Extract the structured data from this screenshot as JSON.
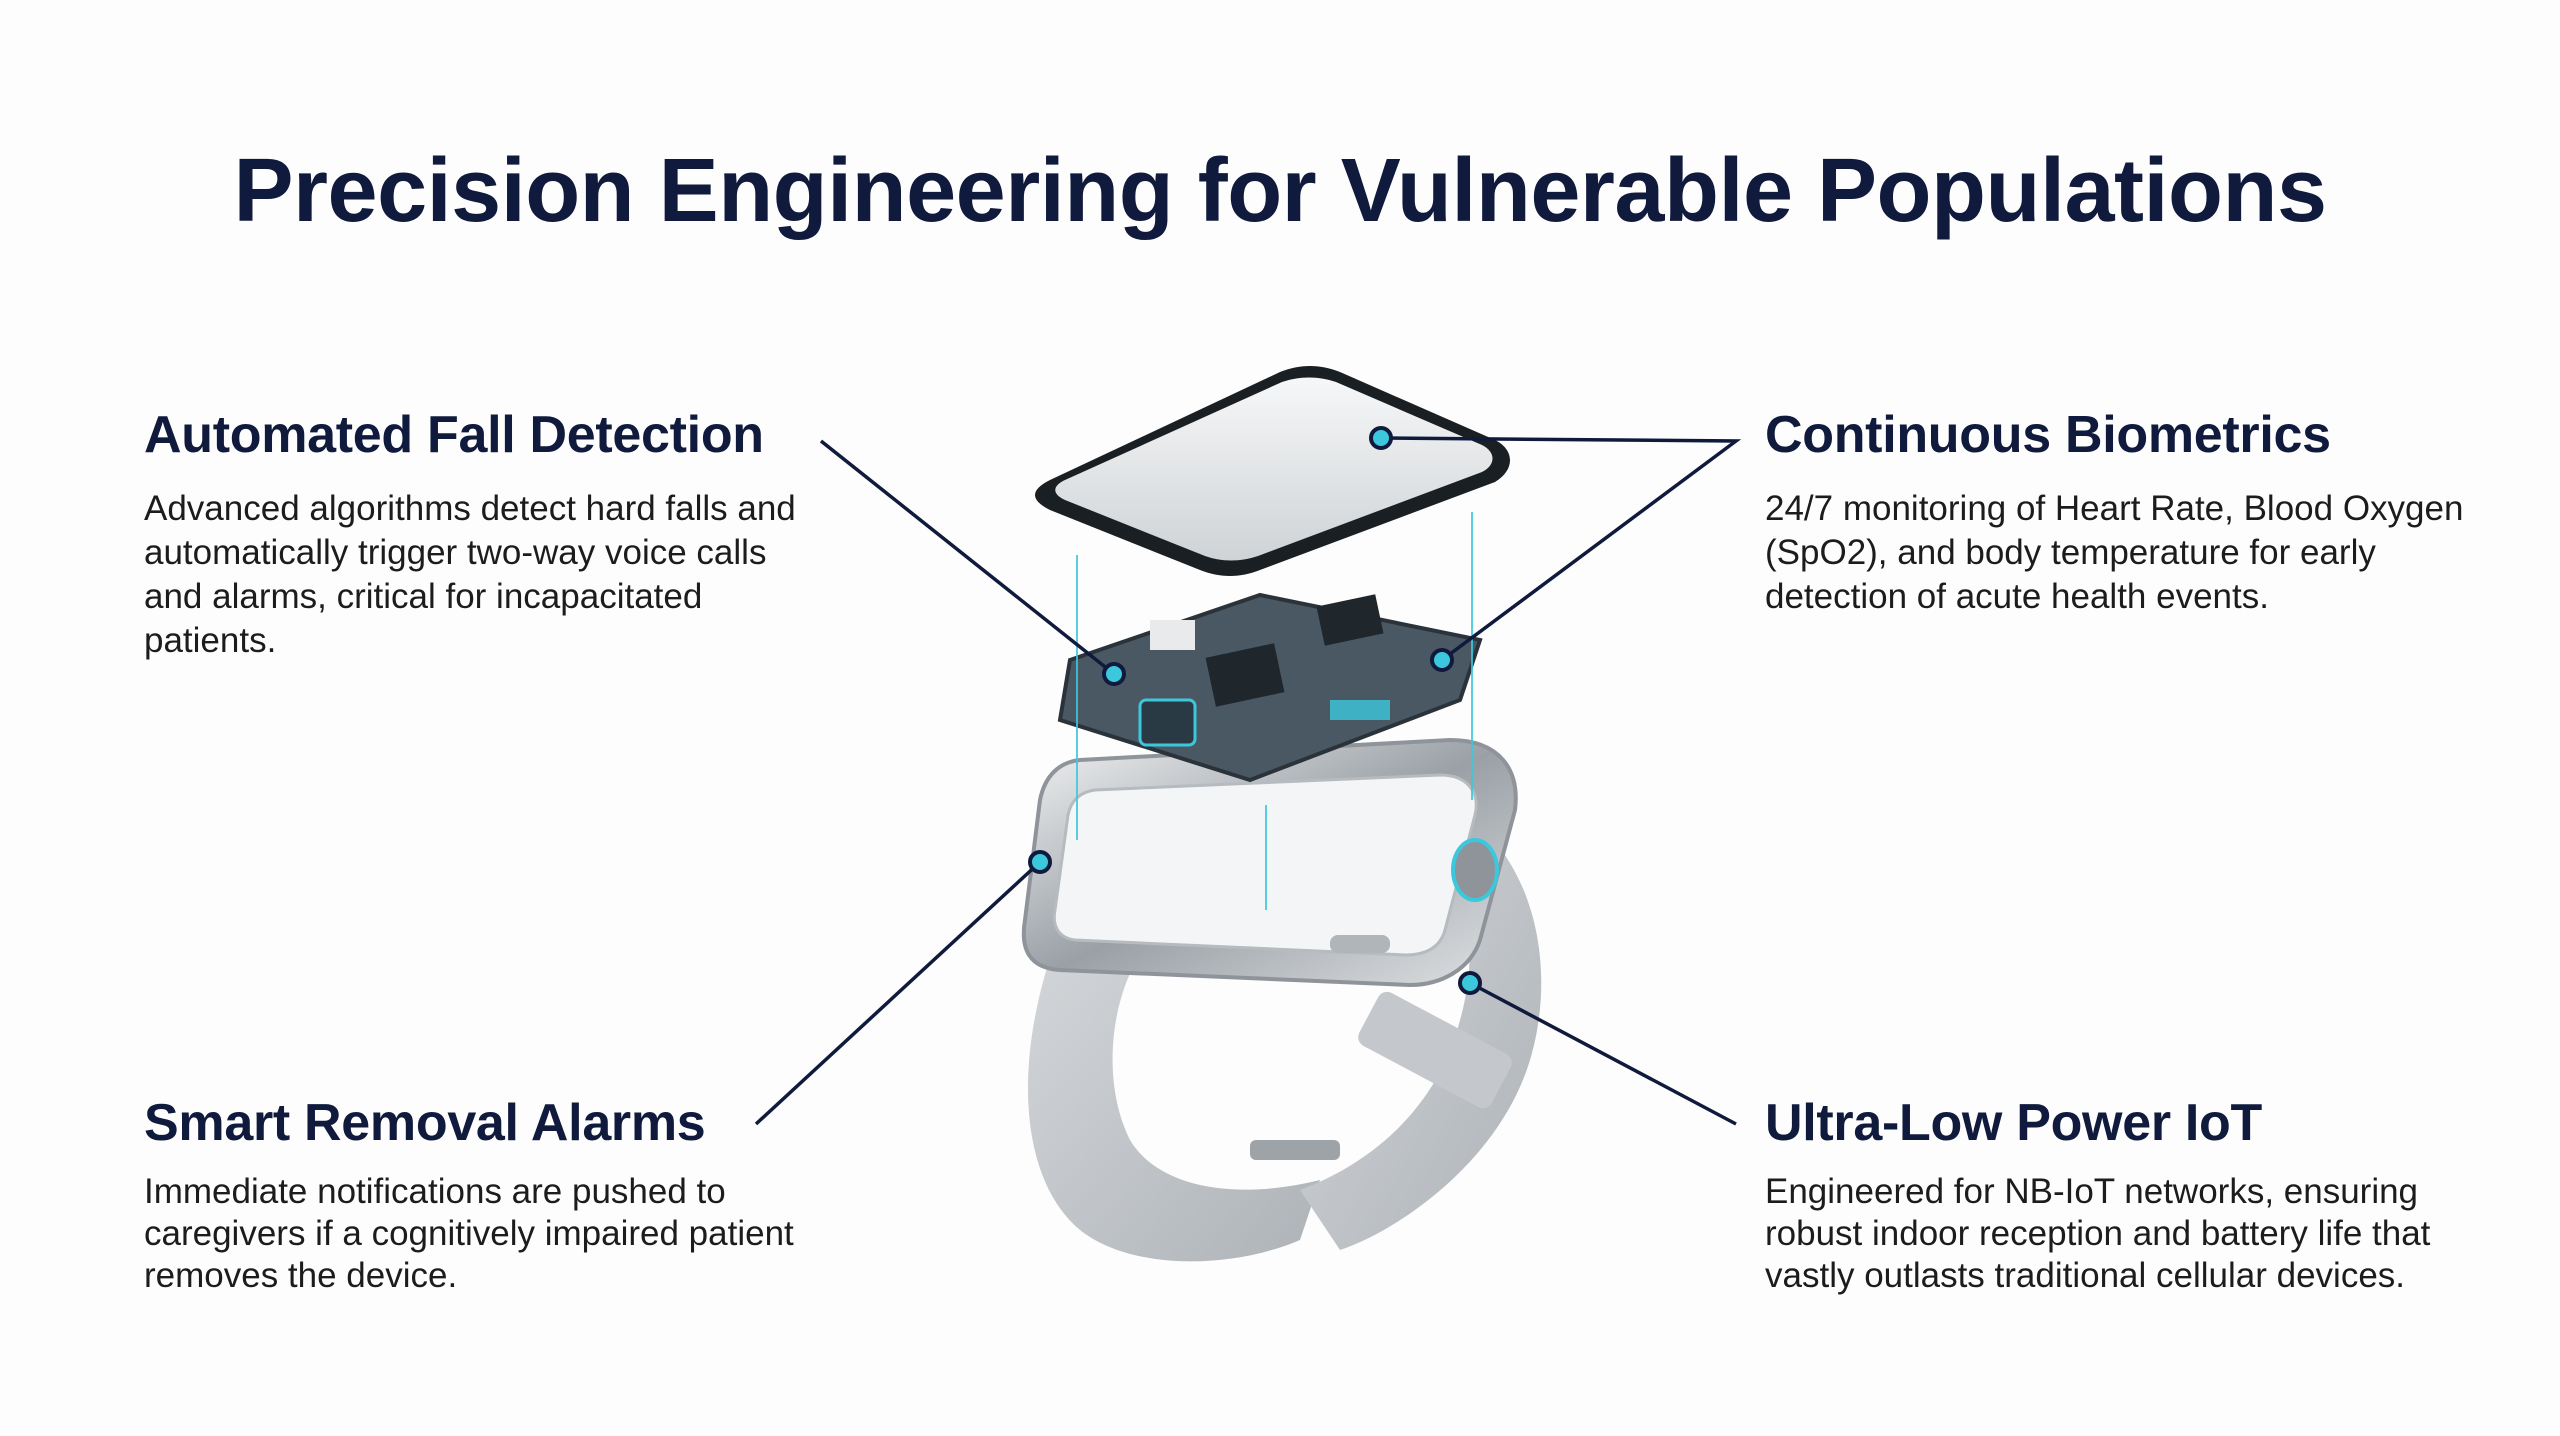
{
  "title": "Precision Engineering for Vulnerable Populations",
  "features": [
    {
      "heading": "Automated Fall Detection",
      "body": "Advanced algorithms detect hard falls and automatically trigger two-way voice calls and alarms, critical for incapacitated patients."
    },
    {
      "heading": "Continuous Biometrics",
      "body": "24/7 monitoring of Heart Rate, Blood Oxygen (SpO2), and body temperature for early detection of acute health events."
    },
    {
      "heading": "Smart Removal Alarms",
      "body": "Immediate notifications are pushed to caregivers if a cognitively impaired patient removes the device."
    },
    {
      "heading": "Ultra-Low Power IoT",
      "body": "Engineered for NB-IoT networks, ensuring robust indoor reception and battery life that vastly outlasts traditional cellular devices."
    }
  ],
  "colors": {
    "heading": "#0f1a3c",
    "accent": "#3cc8dc",
    "line": "#0f1a3c"
  }
}
